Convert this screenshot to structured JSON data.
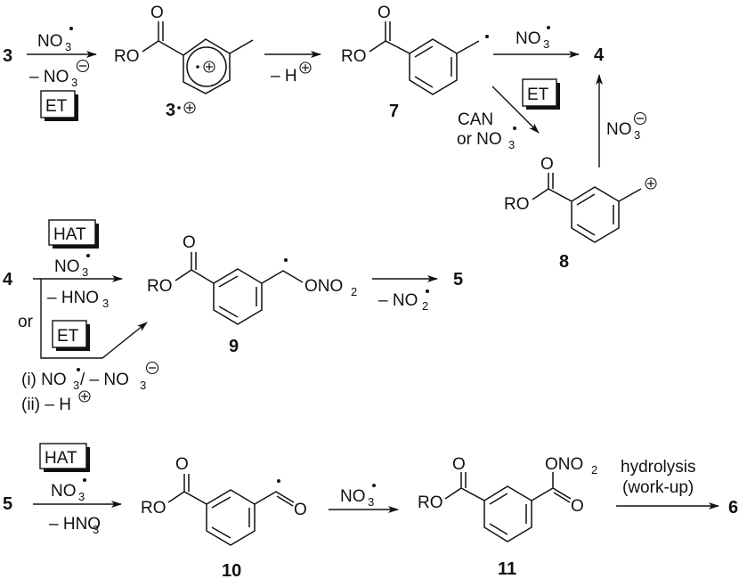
{
  "scheme": {
    "compounds": {
      "c3": "3",
      "c3_radical_cation": "3",
      "c4": "4",
      "c5": "5",
      "c6": "6",
      "c7": "7",
      "c8": "8",
      "c9": "9",
      "c10": "10",
      "c11": "11"
    },
    "atoms": {
      "RO": "RO",
      "O": "O",
      "ONO2": "ONO",
      "two": "2"
    },
    "row1": {
      "step1_top": "NO",
      "step1_bottom": "– NO",
      "step1_box": "ET",
      "step2_bottom": "– H",
      "step3_top": "NO",
      "step4_box": "ET",
      "step4_reagent_line1": "CAN",
      "step4_reagent_line2": "or NO",
      "step5_label": "NO"
    },
    "row2": {
      "hat_box": "HAT",
      "top_reagent": "NO",
      "bottom_reagent": "– HNO",
      "or_label": "or",
      "et_box": "ET",
      "cond_i": "(i) NO",
      "cond_i_mid": " / – NO",
      "cond_ii": "(ii) – H",
      "step_loss": "– NO"
    },
    "row3": {
      "hat_box": "HAT",
      "top_reagent": "NO",
      "bottom_reagent": "– HNO",
      "step2_reagent": "NO",
      "step3_line1": "hydrolysis",
      "step3_line2": "(work-up)"
    },
    "glyphs": {
      "three": "3",
      "radical": "•",
      "plus": "+",
      "minus": "−"
    }
  }
}
